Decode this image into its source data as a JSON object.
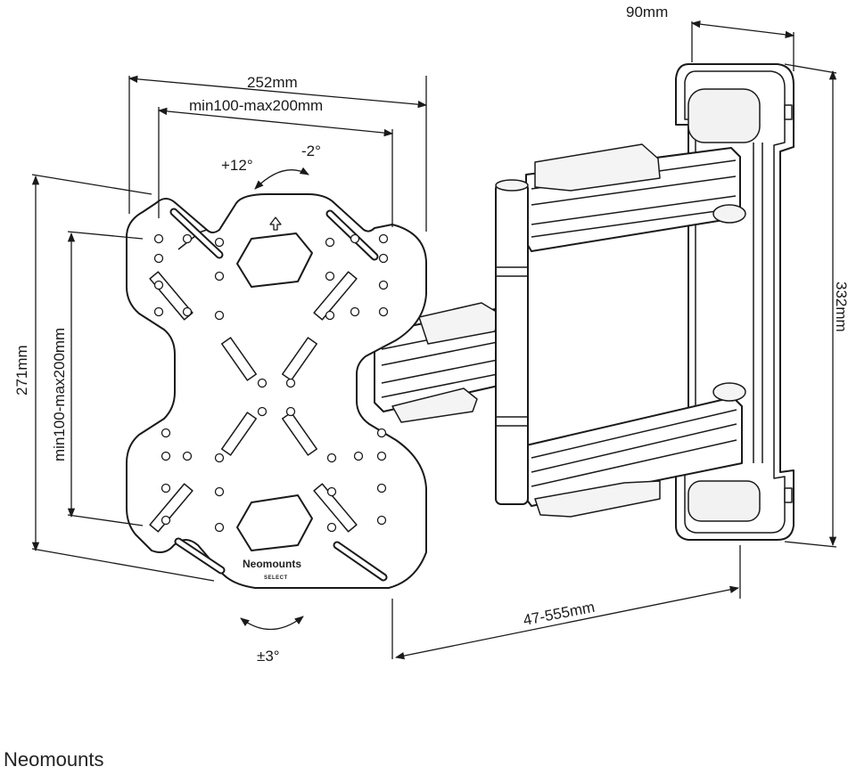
{
  "dimensions": {
    "width_total": "252mm",
    "width_vesa": "min100-max200mm",
    "wall_plate_width": "90mm",
    "height_total": "271mm",
    "height_vesa": "min100-max200mm",
    "wall_plate_height": "332mm",
    "extension": "47-555mm"
  },
  "tilt": {
    "up": "+12°",
    "down": "-2°"
  },
  "rotation": "±3°",
  "plate_brand": {
    "name": "Neomounts",
    "sub": "SELECT"
  },
  "footer_brand": "Neomounts",
  "colors": {
    "line": "#1a1a1a",
    "fill": "#ffffff",
    "shade": "#cfcfcf"
  }
}
